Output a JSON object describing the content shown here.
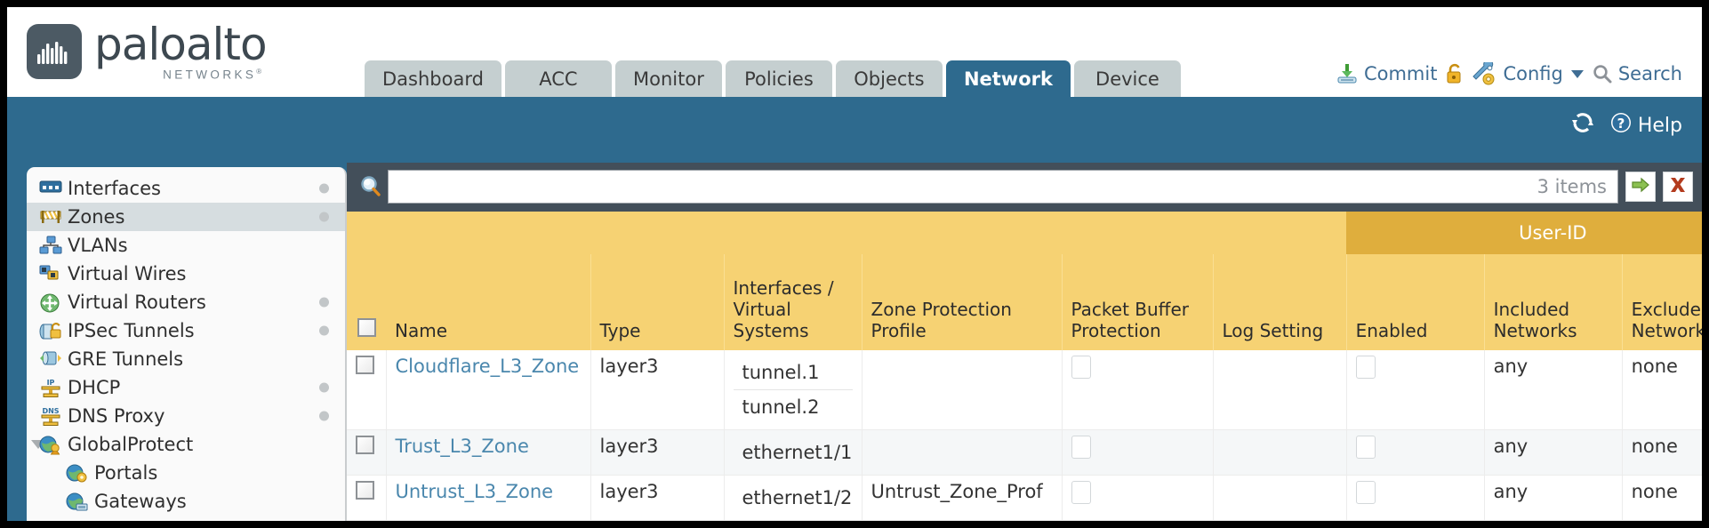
{
  "brand": {
    "name": "paloalto",
    "sub": "NETWORKS",
    "sup": "®"
  },
  "nav": {
    "tabs": [
      {
        "label": "Dashboard",
        "active": false
      },
      {
        "label": "ACC",
        "active": false
      },
      {
        "label": "Monitor",
        "active": false
      },
      {
        "label": "Policies",
        "active": false
      },
      {
        "label": "Objects",
        "active": false
      },
      {
        "label": "Network",
        "active": true
      },
      {
        "label": "Device",
        "active": false
      }
    ]
  },
  "header_actions": {
    "commit": {
      "label": "Commit",
      "icon": "commit-icon"
    },
    "lock": {
      "label": "",
      "icon": "lock-icon"
    },
    "config": {
      "label": "Config",
      "icon": "config-icon",
      "caret": "chevron-down-icon"
    },
    "search": {
      "label": "Search",
      "icon": "search-icon"
    }
  },
  "toolbar": {
    "refresh": {
      "label": "",
      "icon": "refresh-icon"
    },
    "help": {
      "label": "Help",
      "icon": "help-icon"
    }
  },
  "sidebar": {
    "items": [
      {
        "label": "Interfaces",
        "icon": "interfaces-icon",
        "selected": false,
        "dot": true,
        "child": false,
        "expander": false
      },
      {
        "label": "Zones",
        "icon": "zones-icon",
        "selected": true,
        "dot": true,
        "child": false,
        "expander": false
      },
      {
        "label": "VLANs",
        "icon": "vlans-icon",
        "selected": false,
        "dot": false,
        "child": false,
        "expander": false
      },
      {
        "label": "Virtual Wires",
        "icon": "virtual-wires-icon",
        "selected": false,
        "dot": false,
        "child": false,
        "expander": false
      },
      {
        "label": "Virtual Routers",
        "icon": "virtual-routers-icon",
        "selected": false,
        "dot": true,
        "child": false,
        "expander": false
      },
      {
        "label": "IPSec Tunnels",
        "icon": "ipsec-tunnels-icon",
        "selected": false,
        "dot": true,
        "child": false,
        "expander": false
      },
      {
        "label": "GRE Tunnels",
        "icon": "gre-tunnels-icon",
        "selected": false,
        "dot": false,
        "child": false,
        "expander": false
      },
      {
        "label": "DHCP",
        "icon": "dhcp-icon",
        "selected": false,
        "dot": true,
        "child": false,
        "expander": false
      },
      {
        "label": "DNS Proxy",
        "icon": "dns-proxy-icon",
        "selected": false,
        "dot": true,
        "child": false,
        "expander": false
      },
      {
        "label": "GlobalProtect",
        "icon": "globalprotect-icon",
        "selected": false,
        "dot": false,
        "child": false,
        "expander": true
      },
      {
        "label": "Portals",
        "icon": "portals-icon",
        "selected": false,
        "dot": false,
        "child": true,
        "expander": false
      },
      {
        "label": "Gateways",
        "icon": "gateways-icon",
        "selected": false,
        "dot": false,
        "child": true,
        "expander": false
      }
    ]
  },
  "search": {
    "value": "",
    "placeholder": "",
    "items_count": "3 items",
    "apply_icon": "arrow-right-icon",
    "clear_icon": "close-icon"
  },
  "table": {
    "group_header": "User-ID",
    "columns": [
      "Name",
      "Type",
      "Interfaces / Virtual Systems",
      "Zone Protection Profile",
      "Packet Buffer Protection",
      "Log Setting",
      "Enabled",
      "Included Networks",
      "Excluded Networks"
    ],
    "rows": [
      {
        "name": "Cloudflare_L3_Zone",
        "type": "layer3",
        "interfaces": [
          "tunnel.1",
          "tunnel.2"
        ],
        "zone_protection_profile": "",
        "packet_buffer_protection": false,
        "log_setting": "",
        "userid_enabled": false,
        "included_networks": "any",
        "excluded_networks": "none"
      },
      {
        "name": "Trust_L3_Zone",
        "type": "layer3",
        "interfaces": [
          "ethernet1/1"
        ],
        "zone_protection_profile": "",
        "packet_buffer_protection": false,
        "log_setting": "",
        "userid_enabled": false,
        "included_networks": "any",
        "excluded_networks": "none"
      },
      {
        "name": "Untrust_L3_Zone",
        "type": "layer3",
        "interfaces": [
          "ethernet1/2"
        ],
        "zone_protection_profile": "Untrust_Zone_Prof",
        "packet_buffer_protection": false,
        "log_setting": "",
        "userid_enabled": false,
        "included_networks": "any",
        "excluded_networks": "none"
      }
    ]
  },
  "colors": {
    "brand_blue": "#2e6a8e",
    "header_yellow": "#f6d273",
    "group_yellow": "#dfae3d",
    "dark_panel": "#434f5a",
    "link": "#4a87ad"
  }
}
